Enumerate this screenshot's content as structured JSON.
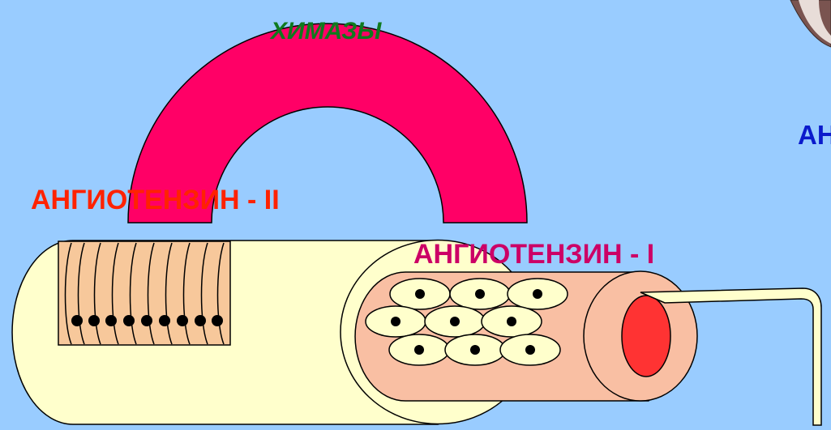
{
  "labels": {
    "chymase": "ХИМАЗЫ",
    "angiotensin_2": "АНГИОТЕНЗИН - II",
    "angiotensin_1": "АНГИОТЕНЗИН - I",
    "partial_right": "АН"
  },
  "colors": {
    "background": "#99ccff",
    "arch": "#ff0066",
    "vessel_outer": "#ffffcc",
    "vessel_rings": "#f7c89b",
    "vessel_inner": "#f9bfa3",
    "cells": "#ffffcc",
    "lumen": "#ff3333",
    "chymase_text": "#0f7a1e",
    "angiotensin_2_text": "#ff2200",
    "angiotensin_1_text": "#cc0066",
    "partial_text": "#0a1acc"
  }
}
